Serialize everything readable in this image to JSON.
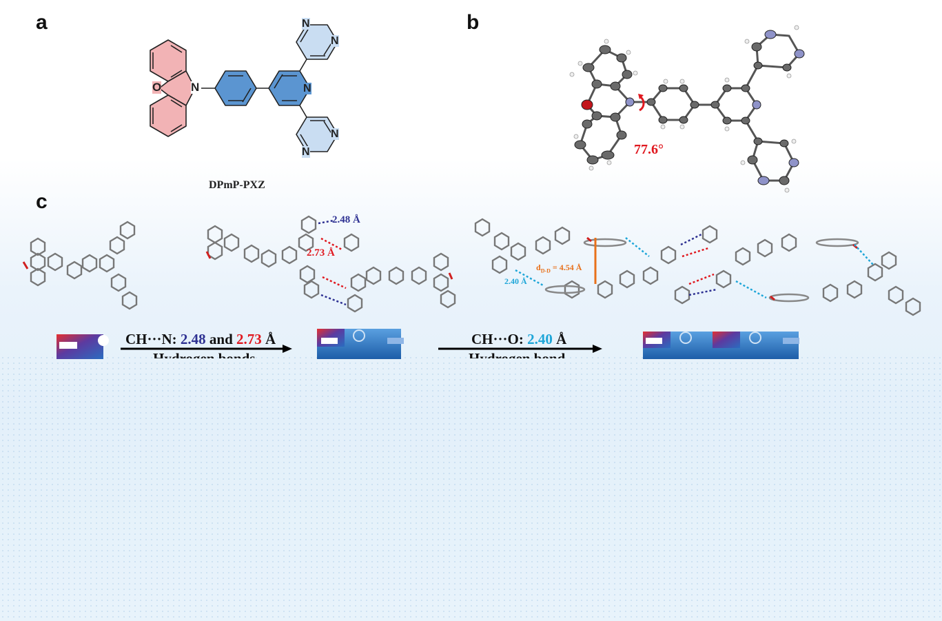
{
  "panels": {
    "a": {
      "letter": "a",
      "compound_name": "DPmP-PXZ",
      "atom_O": "O",
      "atom_N_pxz": "N",
      "atom_N_pyridine": "N",
      "atom_N_pym": "N"
    },
    "b": {
      "letter": "b",
      "torsion_angle": "77.6°"
    },
    "c": {
      "letter": "c",
      "dimer_labels": {
        "blue_distance": "2.48 Å",
        "red_distance": "2.73 Å"
      },
      "stack_labels": {
        "d_dd_main": "d",
        "d_dd_sub": "D-D",
        "d_dd_value": " = 4.54 Å",
        "cho_distance": "2.40 Å"
      },
      "arrow1": {
        "prefix": "CH···N: ",
        "value_blue": "2.48",
        "middle": " and ",
        "value_red": "2.73",
        "suffix": " Å",
        "caption": "Hydrogen bonds"
      },
      "arrow2": {
        "prefix": "CH···O: ",
        "value_cyan": "2.40",
        "suffix": " Å",
        "caption": "Hydrogen bond"
      }
    }
  },
  "colors": {
    "pxz_fill": "#f2b3b5",
    "phenyl_fill": "#5b95d1",
    "pyridine_fill": "#a9c9ea",
    "pyrimidine_fill": "#c9ddf2",
    "hbond_blue": "#2e3192",
    "hbond_red": "#e0181f",
    "hbond_cyan": "#1ea6d8",
    "stack_orange": "#e8701a",
    "angle_red": "#e0181f"
  }
}
